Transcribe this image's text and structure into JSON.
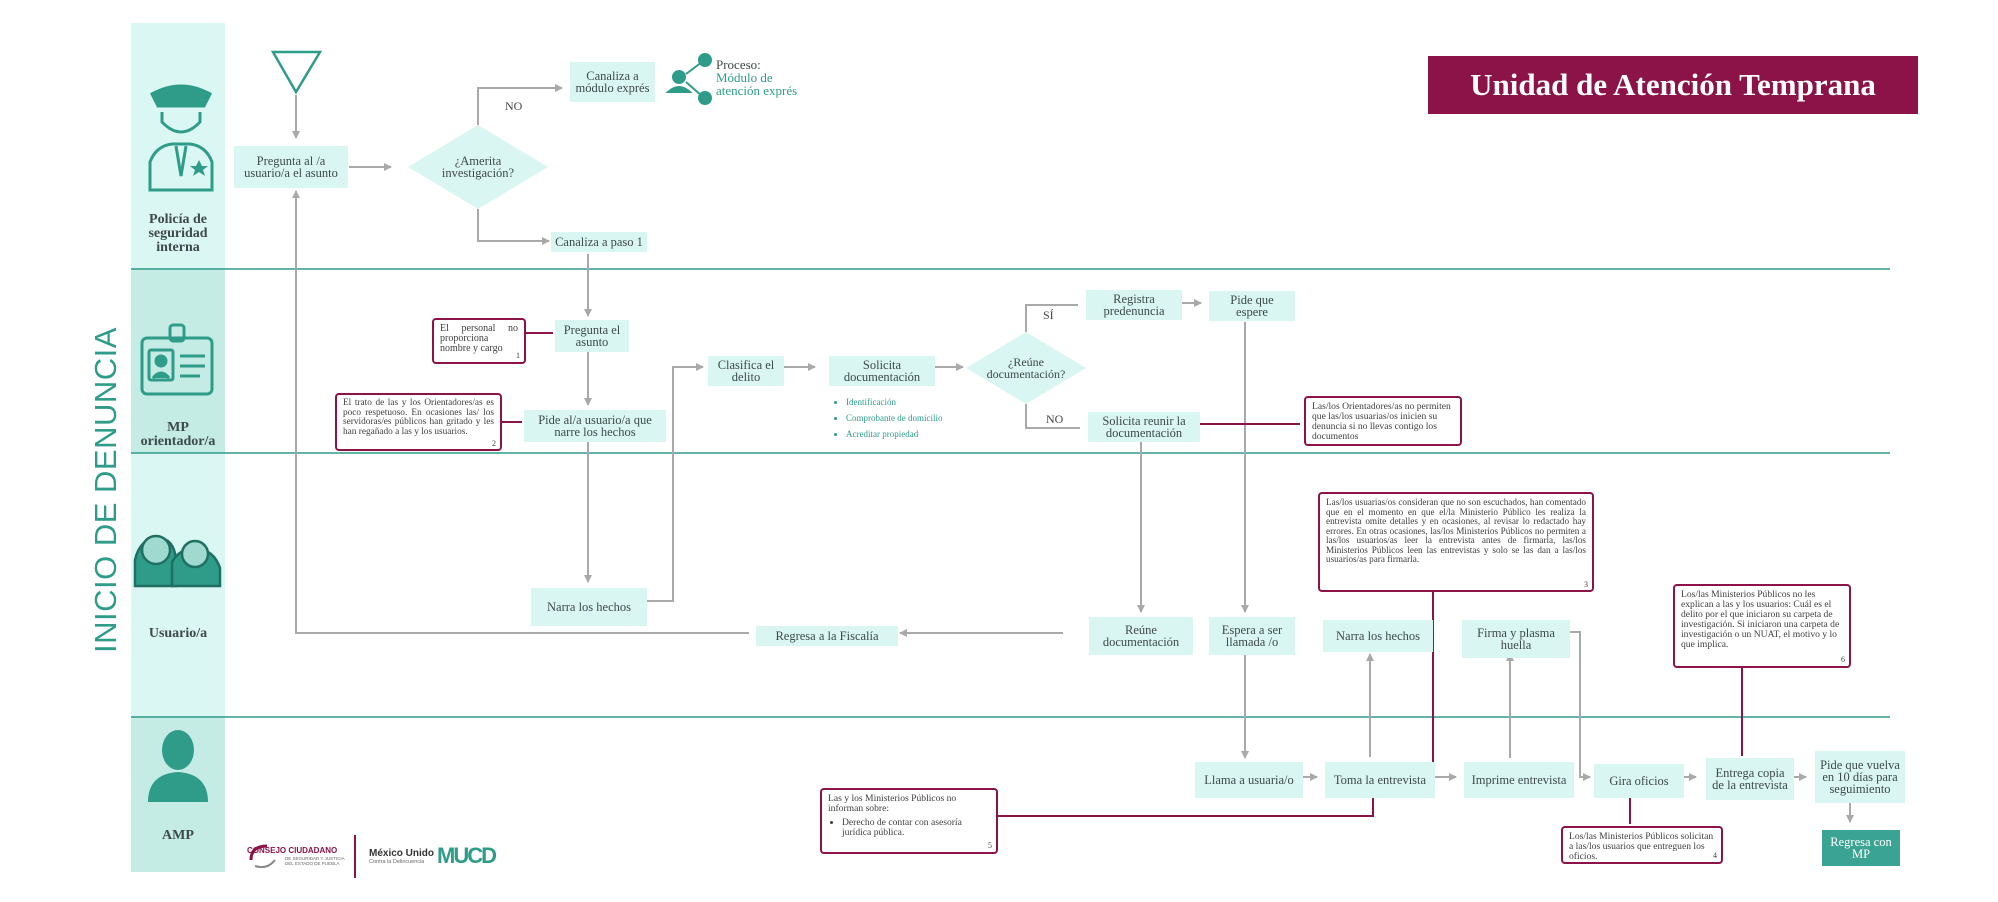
{
  "title": "Unidad de Atención Temprana",
  "side_title": "INICIO DE DENUNCIA",
  "colors": {
    "brand": "#8c1347",
    "teal": "#2f9c8a",
    "box_fill": "#d9f6f2",
    "lane_fill": "#dbf7f3",
    "lane_fill_dark": "#c4ebe4",
    "arrow": "#a9a9a9"
  },
  "lanes": {
    "policia": "Policía de seguridad interna",
    "mp": "MP orientador/a",
    "usuario": "Usuario/a",
    "amp": "AMP"
  },
  "icons": [
    "start-triangle-icon",
    "police-icon",
    "id-card-icon",
    "users-icon",
    "person-icon",
    "process-share-icon"
  ],
  "process": {
    "label": "Proceso:",
    "name": "Módulo de atención exprés"
  },
  "labels": {
    "no1": "NO",
    "si": "SÍ",
    "no2": "NO"
  },
  "nodes": {
    "pregunta_asunto": "Pregunta al /a usuario/a el asunto",
    "amerita": "¿Amerita investigación?",
    "canaliza_expres": "Canaliza a módulo exprés",
    "canaliza_paso1": "Canaliza a paso 1",
    "pregunta_el_asunto": "Pregunta el asunto",
    "pide_narre": "Pide al/a usuario/a que narre los hechos",
    "clasifica": "Clasifica el delito",
    "solicita_doc": "Solicita documentación",
    "reune_doc": "¿Reúne documentación?",
    "registra": "Registra predenuncia",
    "pide_espere": "Pide que espere",
    "solicita_reunir": "Solicita reunir la documentación",
    "narra_hechos_user": "Narra los hechos",
    "regresa_fiscalia": "Regresa a la Fiscalía",
    "reune_documentacion": "Reúne documentación",
    "espera_llamada": "Espera a ser llamada /o",
    "narra_hechos2": "Narra los hechos",
    "firma_huella": "Firma y plasma huella",
    "llama_usuaria": "Llama a usuaria/o",
    "toma_entrevista": "Toma la entrevista",
    "imprime_entrevista": "Imprime entrevista",
    "gira_oficios": "Gira oficios",
    "entrega_copia": "Entrega copia de la entrevista",
    "pide_vuelva": "Pide que vuelva en 10 días para seguimiento",
    "regresa_mp": "Regresa con MP"
  },
  "doc_list": [
    "Identificación",
    "Comprobante de domicilio",
    "Acreditar propiedad"
  ],
  "notes": {
    "n1": {
      "text": "El personal no proporciona nombre y cargo",
      "num": "1"
    },
    "n2": {
      "text": "El trato de las y los Orientadores/as es poco respetuoso. En ocasiones las/ los servidoras/es públicos han gritado y les han regañado a las y los usuarios.",
      "num": "2"
    },
    "n3": {
      "text": "Las/los usuarias/os consideran que no son escuchados, han comentado que en el momento en que el/la Ministerio Público les realiza la entrevista omite detalles y en ocasiones, al revisar lo redactado hay errores. En otras ocasiones, las/los Ministerios Públicos no permiten a las/los usuarios/as leer la entrevista antes de firmarla, las/los Ministerios Públicos leen las entrevistas y solo se las dan a las/los usuarios/as para firmarla.",
      "num": "3"
    },
    "n4": {
      "text": "Los/las Ministerios Públicos solicitan a las/los usuarios que entreguen los oficios.",
      "num": "4"
    },
    "n5": {
      "text": "Las y los Ministerios Públicos no informan sobre:",
      "item": "Derecho de contar con asesoría jurídica pública.",
      "num": "5"
    },
    "n6": {
      "text": "Los/las Ministerios Públicos no les explican a las y los usuarios: Cuál es el delito por el que iniciaron su carpeta de investigación. Si iniciaron una carpeta de investigación o un NUAT, el motivo y lo que implica.",
      "num": "6"
    },
    "n7": {
      "text": "Las/los Orientadores/as no permiten que las/los usuarias/os inicien su denuncia si no llevas contigo los documentos"
    }
  },
  "logos": {
    "consejo": "CONSEJO CIUDADANO",
    "consejo_sub": "DE SEGURIDAD Y JUSTICIA DEL ESTADO DE PUEBLA",
    "mexico_unido": "México Unido",
    "mexico_unido_sub": "Contra la Delincuencia",
    "mucd": "MUCD"
  }
}
